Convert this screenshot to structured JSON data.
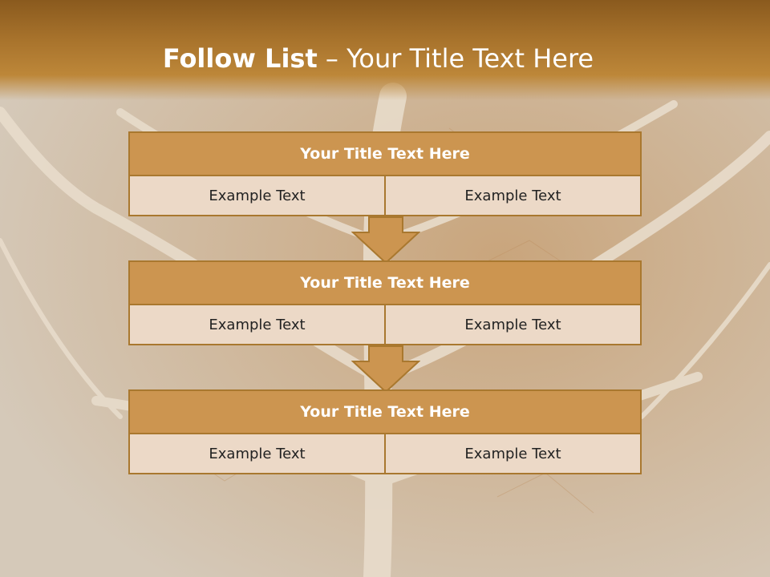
{
  "slide": {
    "title_bold": "Follow List",
    "title_rest": " – Your Title Text Here"
  },
  "colors": {
    "banner": "#a8732c",
    "box_header": "#cc9550",
    "box_border": "#a9782f",
    "box_body": "#ecd9c7",
    "arrow": "#cc9550"
  },
  "blocks": [
    {
      "title": "Your Title Text Here",
      "cells": [
        "Example Text",
        "Example Text"
      ]
    },
    {
      "title": "Your Title Text Here",
      "cells": [
        "Example Text",
        "Example Text"
      ]
    },
    {
      "title": "Your Title Text Here",
      "cells": [
        "Example Text",
        "Example Text"
      ]
    }
  ]
}
